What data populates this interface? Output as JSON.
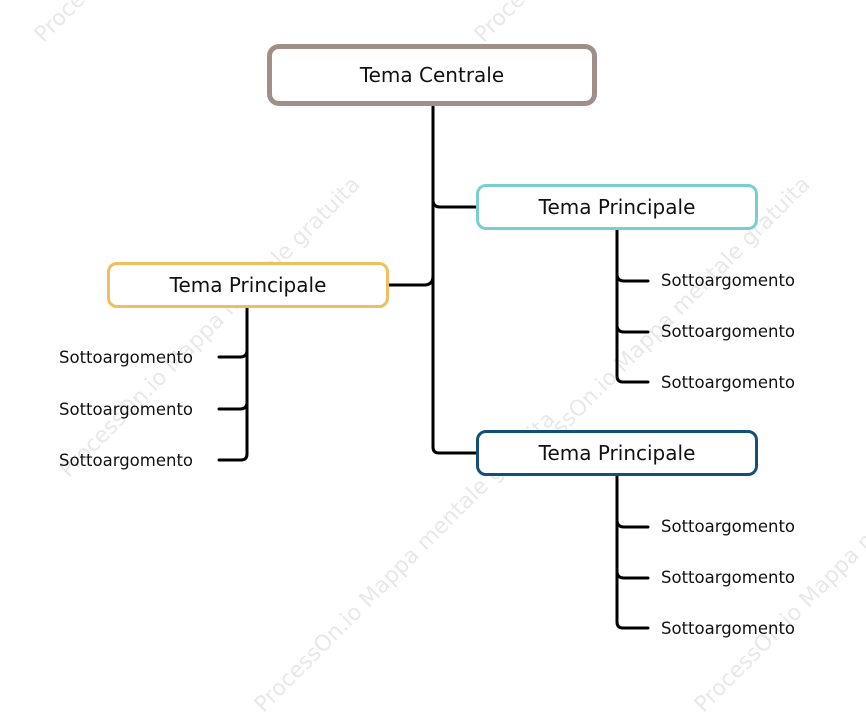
{
  "diagram": {
    "central": {
      "label": "Tema Centrale",
      "border_color": "#a08f87"
    },
    "branches": [
      {
        "id": "left",
        "label": "Tema Principale",
        "border_color": "#f0be5e",
        "subtopics": [
          "Sottoargomento",
          "Sottoargomento",
          "Sottoargomento"
        ]
      },
      {
        "id": "top-right",
        "label": "Tema Principale",
        "border_color": "#79cfcf",
        "subtopics": [
          "Sottoargomento",
          "Sottoargomento",
          "Sottoargomento"
        ]
      },
      {
        "id": "bottom-right",
        "label": "Tema Principale",
        "border_color": "#134f7a",
        "subtopics": [
          "Sottoargomento",
          "Sottoargomento",
          "Sottoargomento"
        ]
      }
    ],
    "connector_color": "#000000"
  },
  "watermark": {
    "lines": [
      "ProcessOn.io Mappa mentale gratuita",
      "ProcessOn.io Mappa mentale gratuita",
      "ProcessOn.io Mappa mentale gratuita",
      "ProcessOn.io Mappa mentale gratuita",
      "ProcessOn.io Mappa mentale gratuita",
      "ProcessOn.io Mappa mentale gratuita"
    ]
  }
}
